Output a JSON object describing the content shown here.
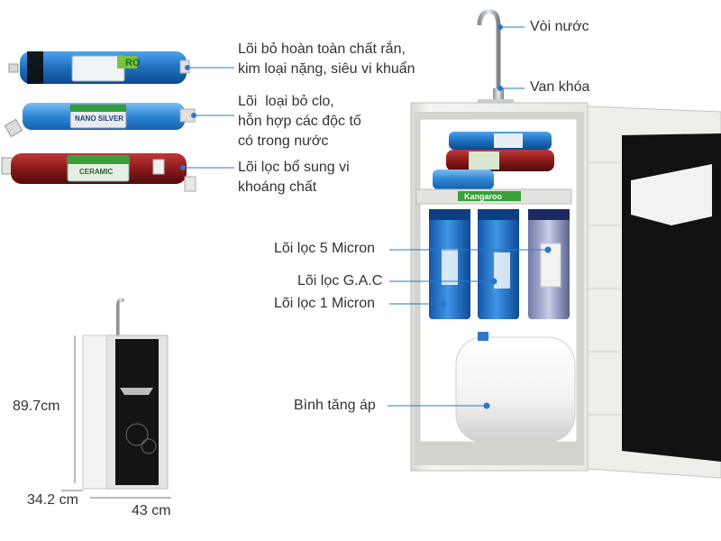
{
  "callouts": {
    "ro_membrane": [
      "Lõi bỏ hoàn toàn chất rắn,",
      "kim loại nặng, siêu vi khuẩn"
    ],
    "nano_silver": [
      "Lõi  loại bỏ clo,",
      "hỗn hợp các độc tố",
      "có trong nước"
    ],
    "ceramic": [
      "Lõi lọc bổ sung vi",
      "khoáng chất"
    ],
    "faucet": "Vòi nước",
    "valve": "Van khóa",
    "micron5": "Lõi lọc 5 Micron",
    "gac": "Lõi lọc G.A.C",
    "micron1": "Lõi lọc 1 Micron",
    "tank": "Bình tăng áp"
  },
  "dimensions": {
    "height": "89.7cm",
    "depth": "34.2 cm",
    "width": "43 cm"
  },
  "cartridge_labels": {
    "ro": "RO",
    "nano": "NANO SILVER",
    "ceramic": "CERAMIC",
    "brand": "Kangaroo"
  },
  "colors": {
    "ro_cartridge": "#1a6fc4",
    "nano_cartridge": "#2d86d6",
    "ceramic_cartridge": "#8b1a1a",
    "cabinet": "#f1f1ef",
    "panel_black": "#141414",
    "pointer_line": "#2a78c8"
  }
}
